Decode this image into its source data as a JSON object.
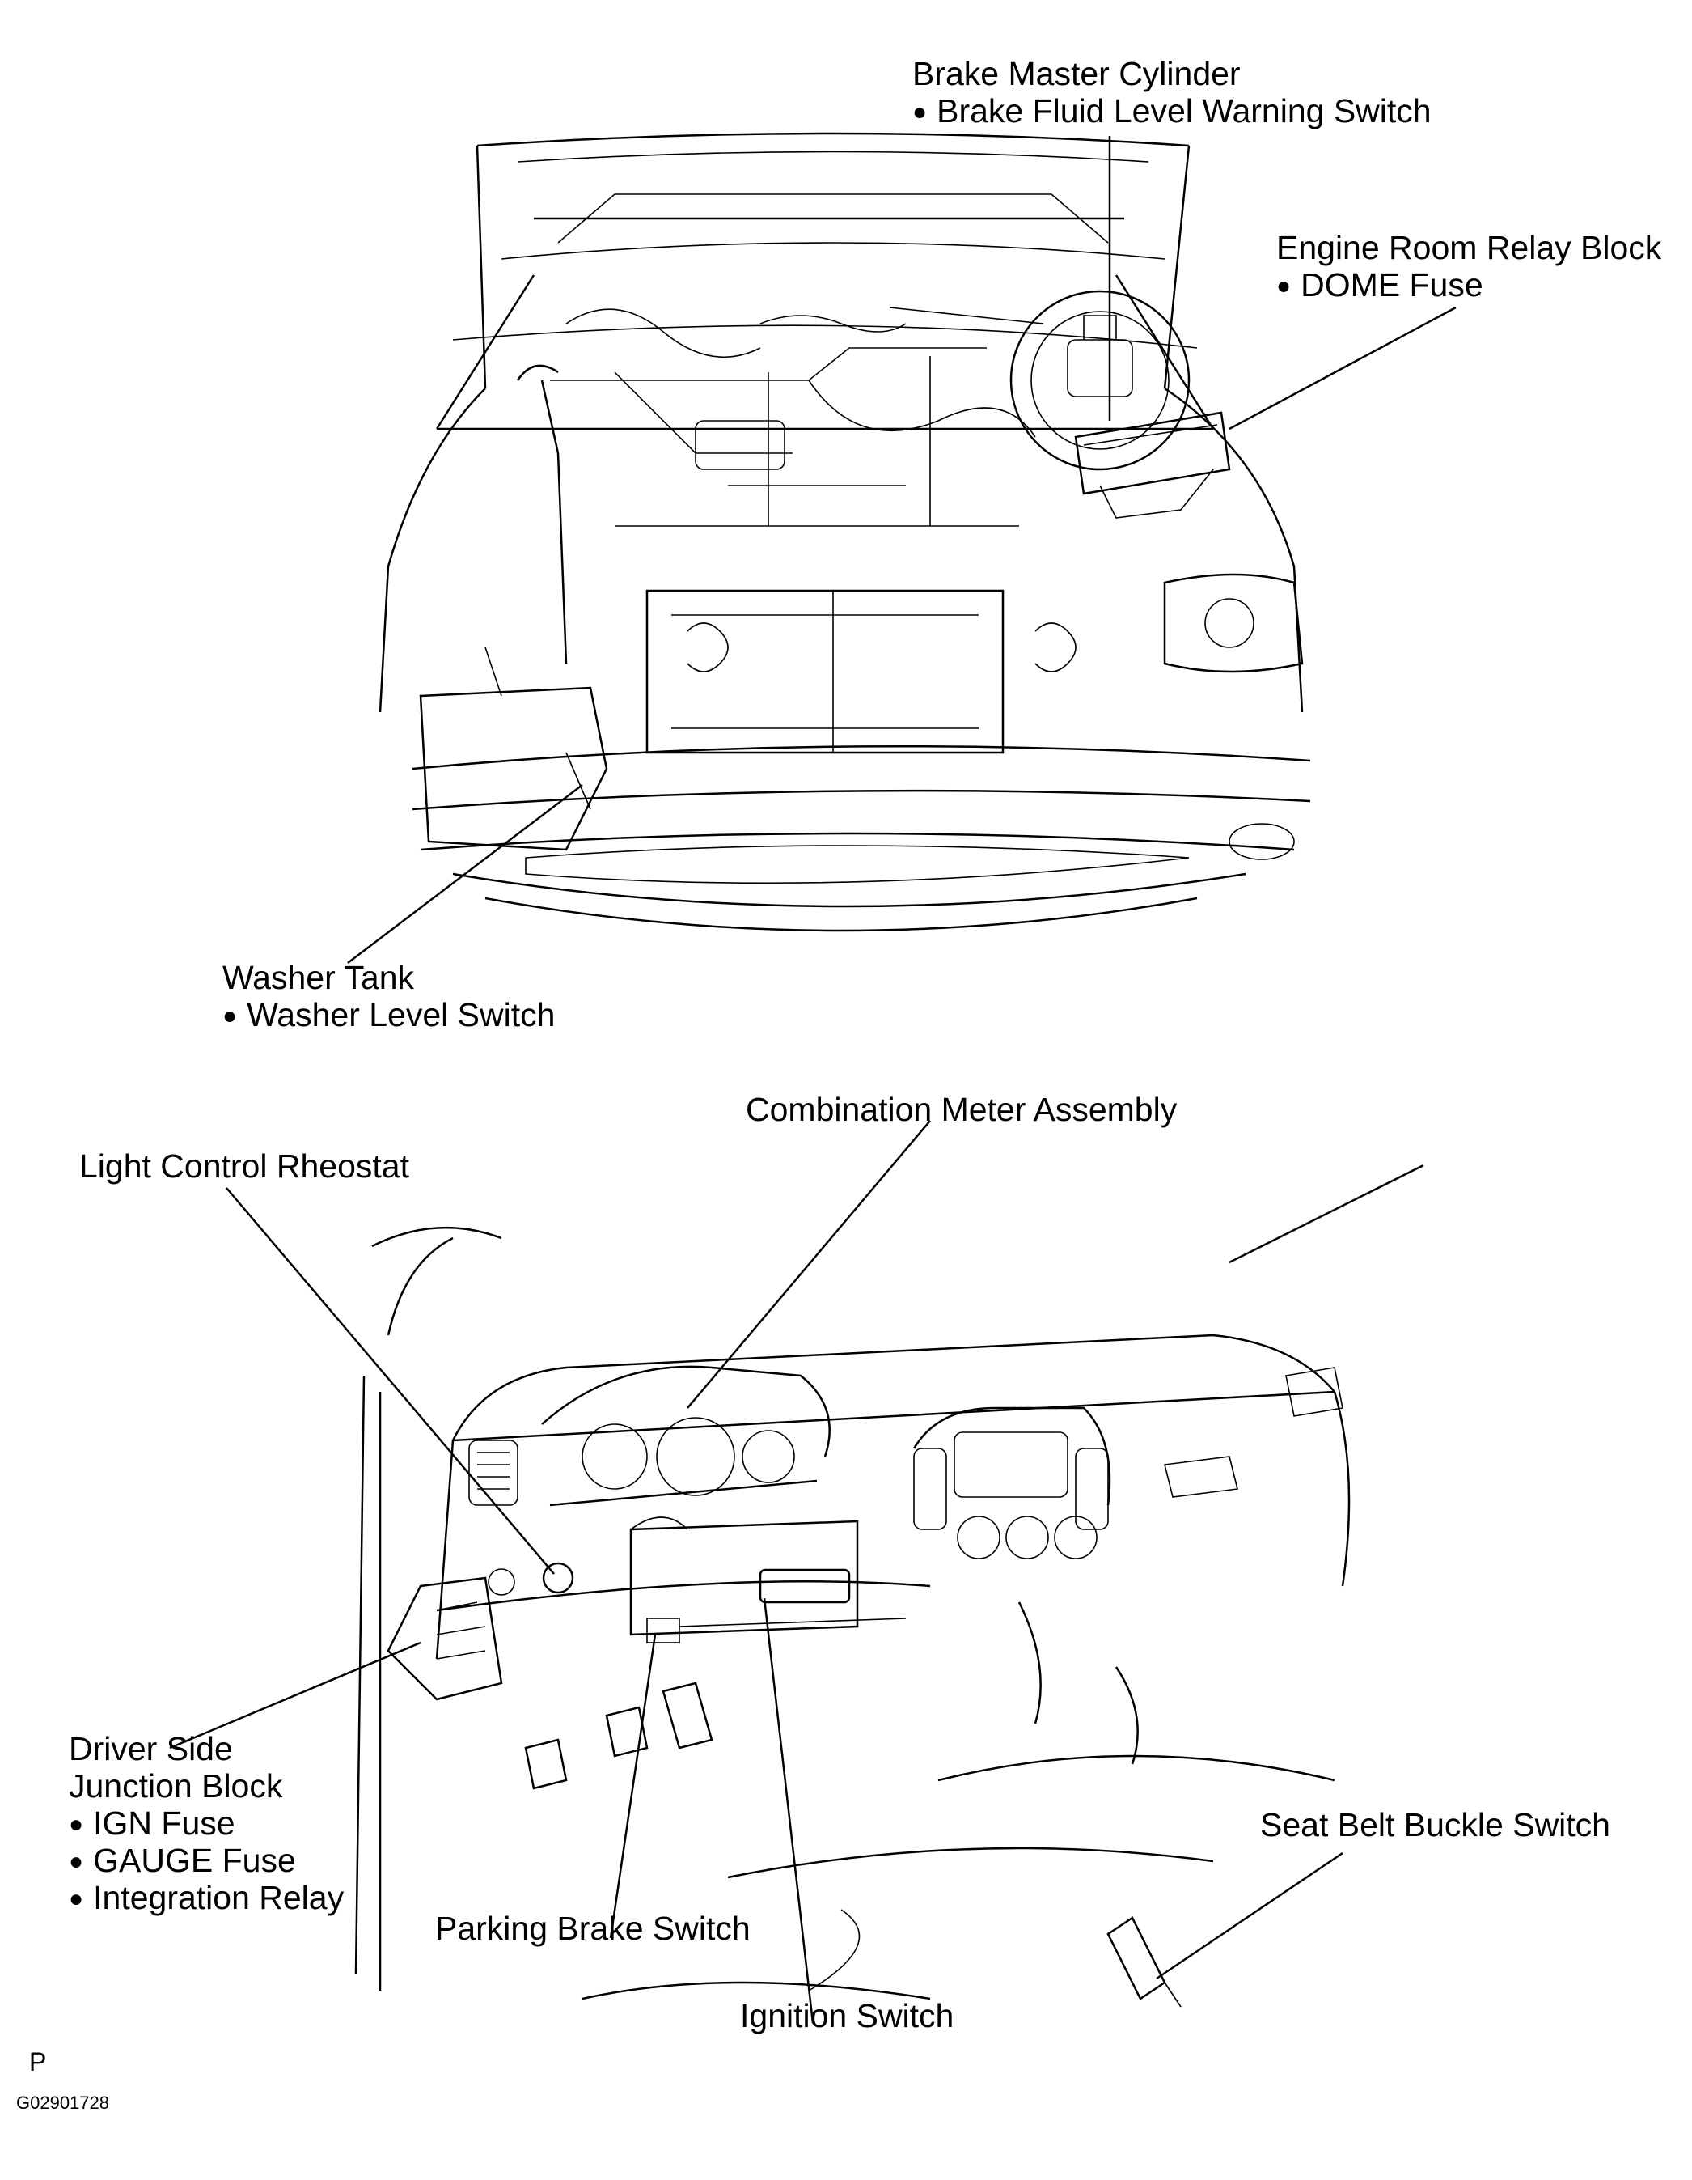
{
  "labels": {
    "brake_master_cylinder": "Brake Master Cylinder",
    "brake_fluid_level_warning_switch": "Brake Fluid Level Warning Switch",
    "engine_room_relay_block": "Engine Room Relay Block",
    "dome_fuse": "DOME Fuse",
    "washer_tank": "Washer Tank",
    "washer_level_switch": "Washer Level Switch",
    "combination_meter_assembly": "Combination Meter Assembly",
    "light_control_rheostat": "Light Control Rheostat",
    "driver_side": "Driver Side",
    "junction_block": "Junction Block",
    "ign_fuse": "IGN Fuse",
    "gauge_fuse": "GAUGE Fuse",
    "integration_relay": "Integration Relay",
    "seat_belt_buckle_switch": "Seat Belt Buckle Switch",
    "parking_brake_switch": "Parking Brake Switch",
    "ignition_switch": "Ignition Switch"
  },
  "footer": {
    "section_code": "P",
    "figure_id": "G02901728"
  }
}
